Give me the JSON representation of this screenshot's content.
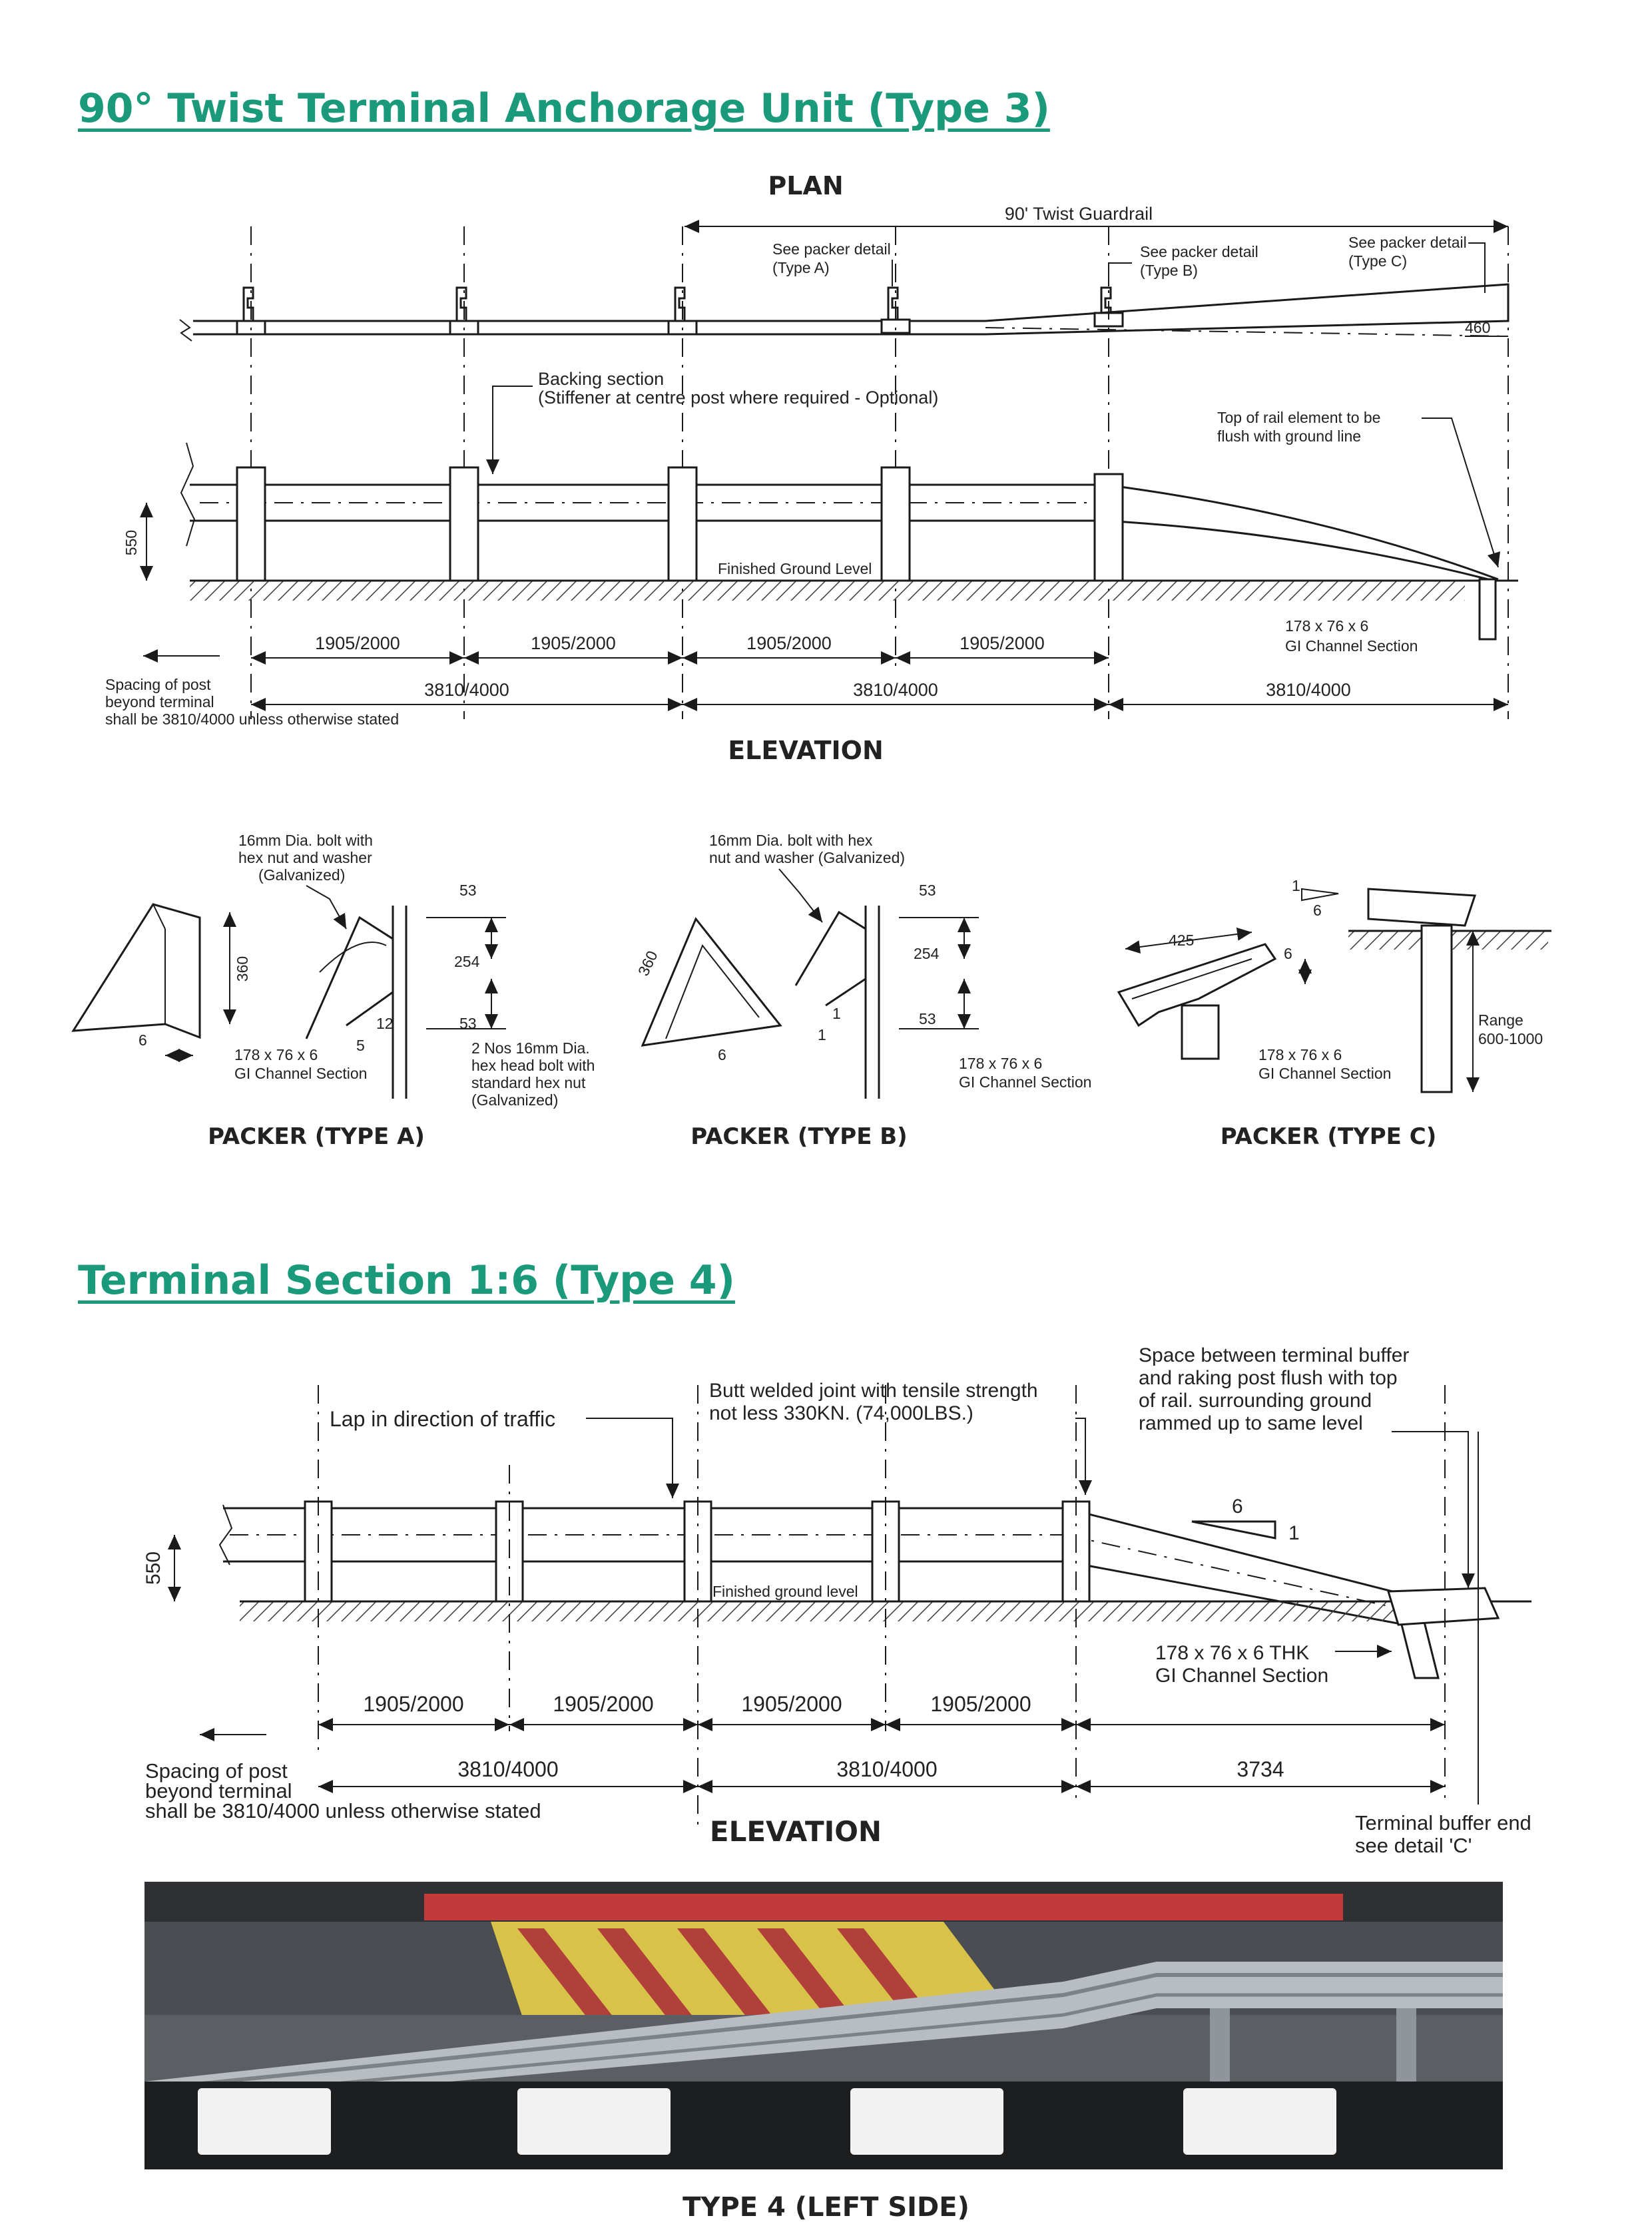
{
  "section1": {
    "heading": "90° Twist Terminal Anchorage Unit (Type 3)",
    "plan": {
      "title": "PLAN",
      "twist_label": "90' Twist Guardrail",
      "packer_a": [
        "See packer detail",
        "(Type A)"
      ],
      "packer_b": [
        "See packer detail",
        "(Type B)"
      ],
      "packer_c": [
        "See packer detail",
        "(Type C)"
      ],
      "offset": "460"
    },
    "elevation": {
      "title": "ELEVATION",
      "height": "550",
      "backing": [
        "Backing section",
        "(Stiffener at centre post where required - Optional)"
      ],
      "top_rail": [
        "Top of rail element to be",
        "flush with ground line"
      ],
      "ground": "Finished Ground Level",
      "channel": [
        "178 x 76 x 6",
        "GI Channel Section"
      ],
      "spacing_note": [
        "Spacing of post",
        "beyond terminal",
        "shall be 3810/4000 unless otherwise stated"
      ],
      "dims_small": [
        "1905/2000",
        "1905/2000",
        "1905/2000",
        "1905/2000"
      ],
      "dims_large": [
        "3810/4000",
        "3810/4000",
        "3810/4000"
      ]
    },
    "packer_a": {
      "title": "PACKER (TYPE A)",
      "bolt_note": [
        "16mm Dia. bolt with",
        "hex nut and washer",
        "(Galvanized)"
      ],
      "d360": "360",
      "d53a": "53",
      "d254": "254",
      "d53b": "53",
      "d6": "6",
      "slope": "12",
      "slope_b": "5",
      "channel": [
        "178 x 76 x 6",
        "GI Channel Section"
      ],
      "bolts": [
        "2 Nos 16mm Dia.",
        "hex head bolt with",
        "standard hex nut",
        "(Galvanized)"
      ]
    },
    "packer_b": {
      "title": "PACKER (TYPE B)",
      "bolt_note": [
        "16mm Dia. bolt with hex",
        "nut and washer (Galvanized)"
      ],
      "d360": "360",
      "d53a": "53",
      "d254": "254",
      "d53b": "53",
      "d6": "6",
      "slope": "1",
      "slope_b": "1",
      "channel": [
        "178 x 76 x 6",
        "GI Channel Section"
      ]
    },
    "packer_c": {
      "title": "PACKER (TYPE C)",
      "d425": "425",
      "d6": "6",
      "slope_a": "1",
      "slope_b": "6",
      "range": [
        "Range",
        "600-1000"
      ],
      "channel": [
        "178 x 76 x 6",
        "GI Channel Section"
      ]
    }
  },
  "section2": {
    "heading": "Terminal Section 1:6 (Type 4)",
    "elevation": {
      "title": "ELEVATION",
      "height": "550",
      "lap": "Lap in direction of traffic",
      "butt": [
        "Butt welded joint with tensile strength",
        "not less 330KN. (74,000LBS.)"
      ],
      "space": [
        "Space between terminal buffer",
        "and raking post flush with top",
        "of rail. surrounding ground",
        "rammed up to same level"
      ],
      "slope_a": "6",
      "slope_b": "1",
      "ground": "Finished ground level",
      "channel": [
        "178 x 76 x 6 THK",
        "GI Channel Section"
      ],
      "dims_small": [
        "1905/2000",
        "1905/2000",
        "1905/2000",
        "1905/2000"
      ],
      "dims_large": [
        "3810/4000",
        "3810/4000",
        "3734"
      ],
      "spacing_note": [
        "Spacing of post",
        "beyond terminal",
        "shall be 3810/4000 unless otherwise stated"
      ],
      "buffer": [
        "Terminal buffer end",
        "see detail 'C'"
      ]
    },
    "photo_caption": "TYPE 4 (LEFT SIDE)"
  }
}
